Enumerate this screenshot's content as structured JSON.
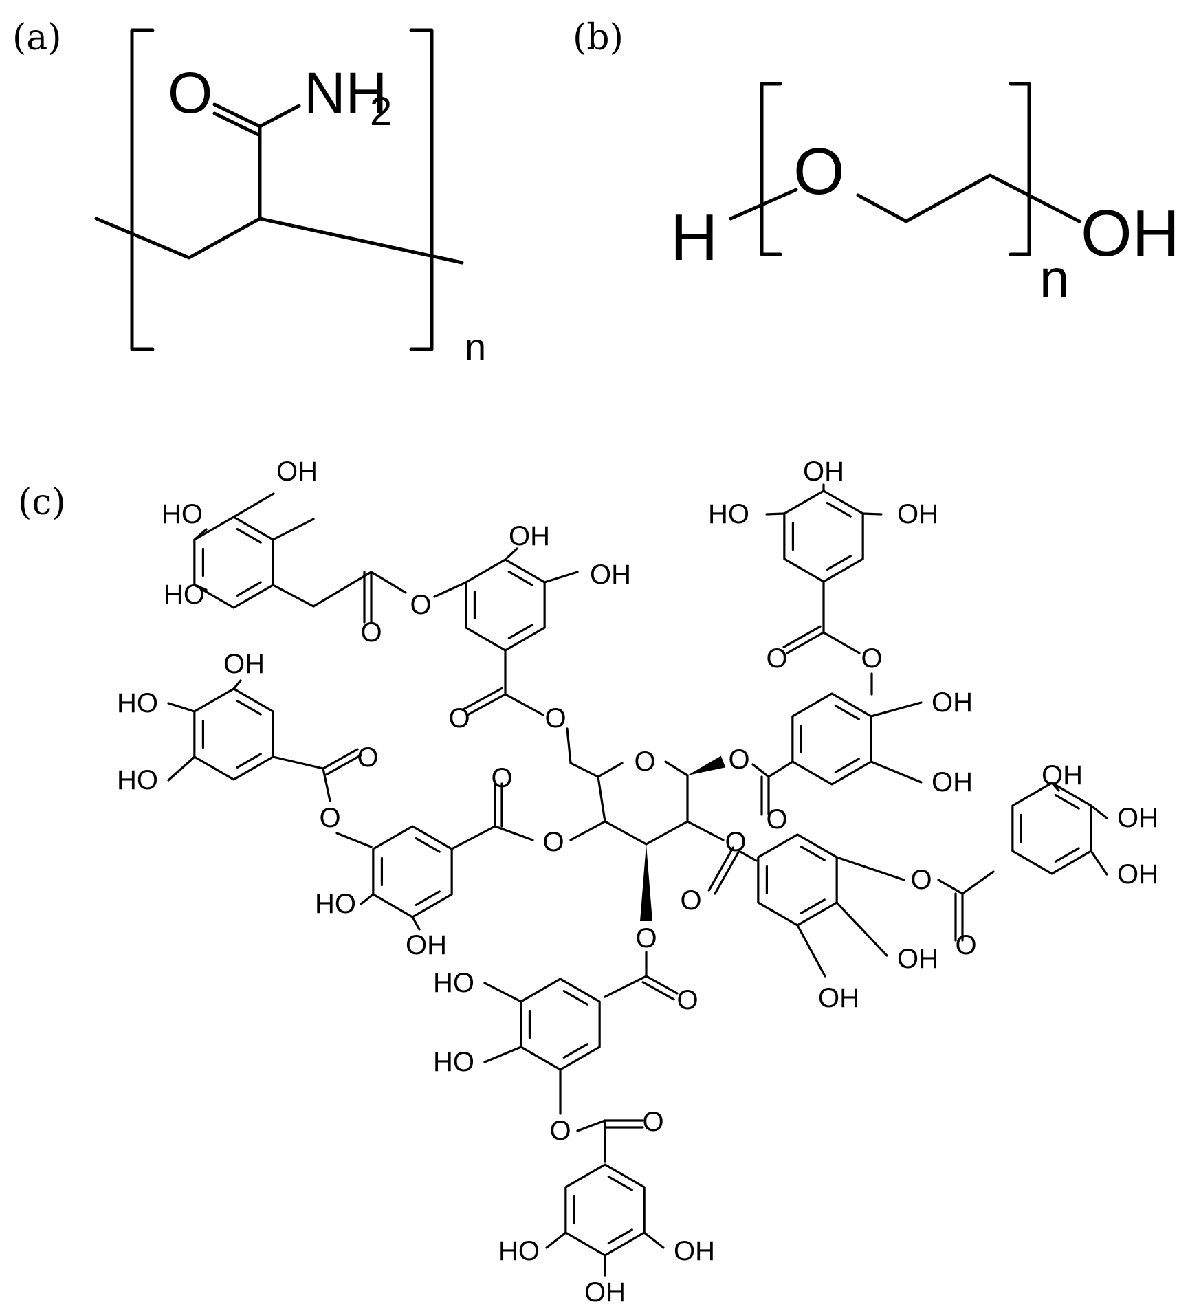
{
  "panels": {
    "a": {
      "label": "(a)",
      "atoms": {
        "o": "O",
        "nh": "NH",
        "sub": "2"
      },
      "repeat": "n"
    },
    "b": {
      "label": "(b)",
      "atoms": {
        "h": "H",
        "o": "O",
        "oh": "OH"
      },
      "repeat": "n"
    },
    "c": {
      "label": "(c)"
    }
  },
  "atom_labels": {
    "oh": "OH",
    "ho": "HO",
    "o": "O"
  }
}
